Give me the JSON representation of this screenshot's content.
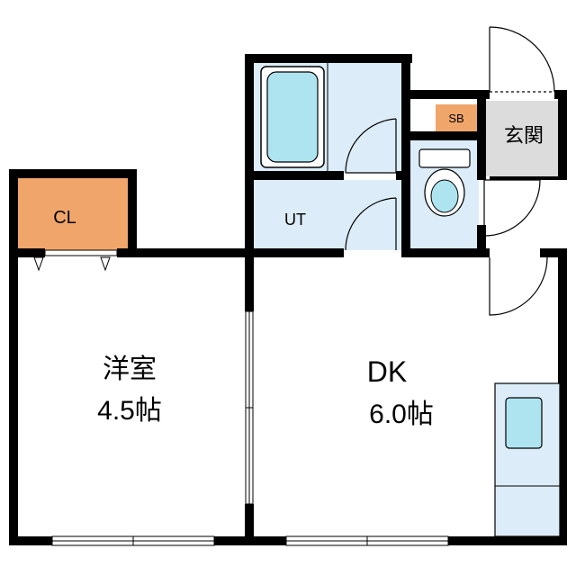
{
  "rooms": {
    "western_room": {
      "name": "洋室",
      "size": "4.5帖"
    },
    "dk": {
      "name": "DK",
      "size": "6.0帖"
    },
    "closet": "CL",
    "utility": "UT",
    "shoe_box": "SB",
    "entrance": "玄関"
  },
  "colors": {
    "wall": "#000000",
    "wet_area": "#dcecf8",
    "fixture": "#aee4f0",
    "closet": "#f0a66a",
    "entrance": "#dcdcdc",
    "window": "#ffffff"
  }
}
